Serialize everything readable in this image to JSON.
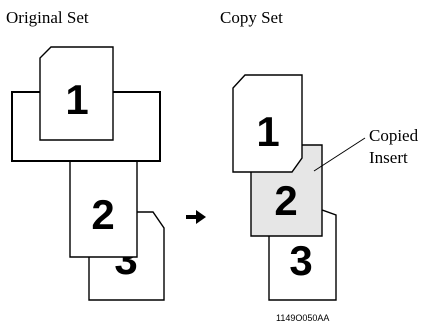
{
  "labels": {
    "original_set": "Original Set",
    "copy_set": "Copy Set",
    "copied_insert_line1": "Copied",
    "copied_insert_line2": "Insert",
    "figure_code": "1149O050AA"
  },
  "pages": {
    "orig_1": "1",
    "orig_2": "2",
    "orig_3": "3",
    "copy_1": "1",
    "copy_2": "2",
    "copy_3": "3"
  },
  "colors": {
    "stroke": "#000000",
    "page_fill": "#ffffff",
    "insert_fill": "#e6e6e6"
  },
  "icons": {
    "arrow": "right-arrow-icon"
  }
}
